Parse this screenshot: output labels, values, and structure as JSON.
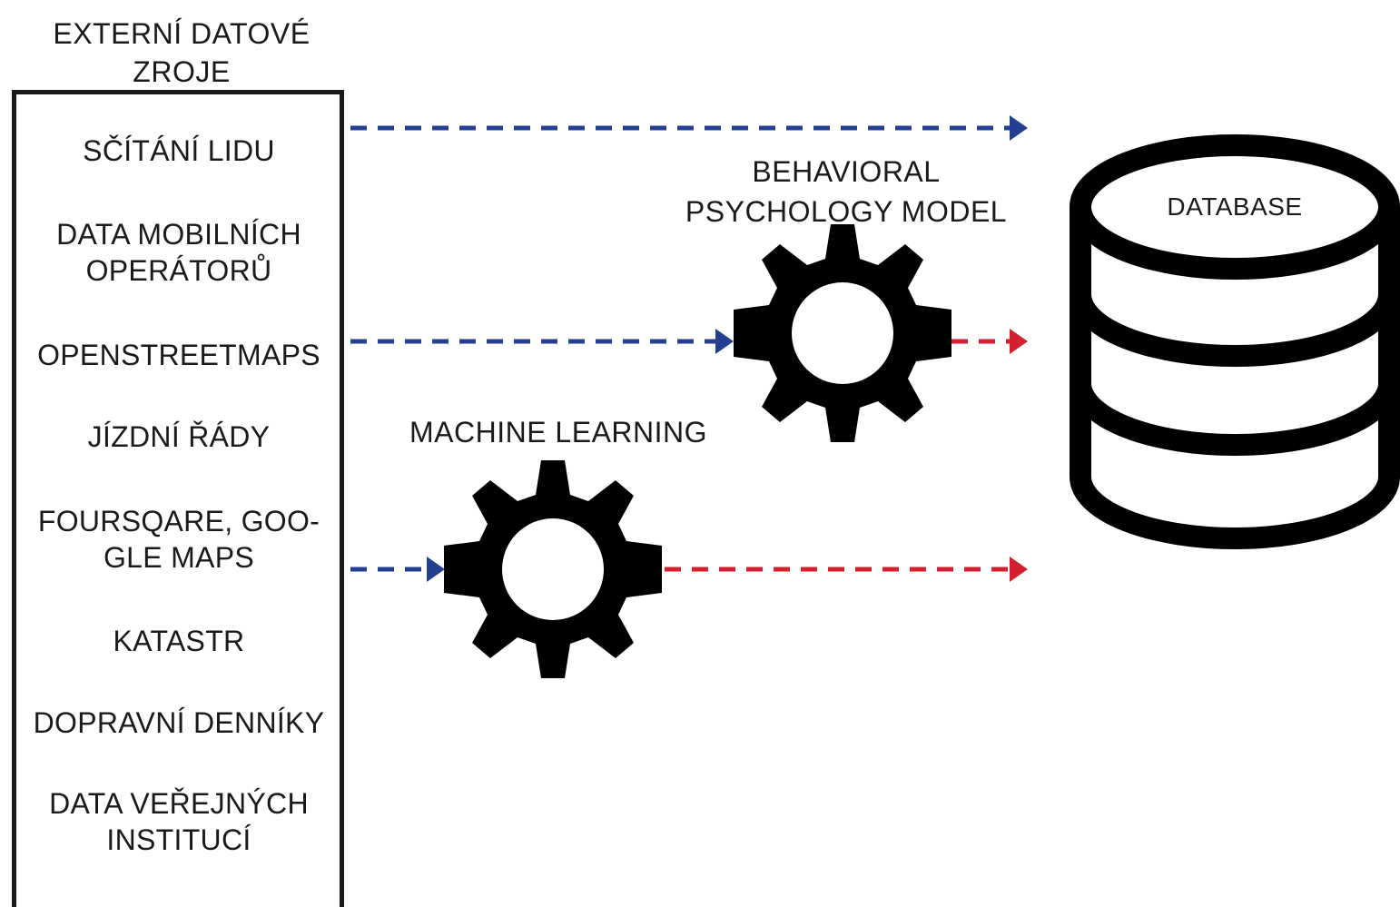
{
  "colors": {
    "input_arrow": "#243f8f",
    "output_arrow": "#d3202e",
    "ink": "#000000"
  },
  "sources": {
    "title": "EXTERNÍ DATOVÉ\nZROJE",
    "items": [
      "SČÍTÁNÍ LIDU",
      "DATA MOBILNÍCH\nOPERÁTORŮ",
      "OPENSTREETMAPS",
      "JÍZDNÍ ŘÁDY",
      "FOURSQARE, GOO-\nGLE MAPS",
      "KATASTR",
      "DOPRAVNÍ DENNÍKY",
      "DATA VEŘEJNÝCH\nINSTITUCÍ"
    ]
  },
  "processors": {
    "behavioral": "BEHAVIORAL\nPSYCHOLOGY MODEL",
    "machine_learning": "MACHINE LEARNING"
  },
  "database": {
    "label": "DATABASE"
  },
  "icons": {
    "behavioral_gear": "gear-icon",
    "ml_gear": "gear-icon",
    "database": "database-icon"
  }
}
